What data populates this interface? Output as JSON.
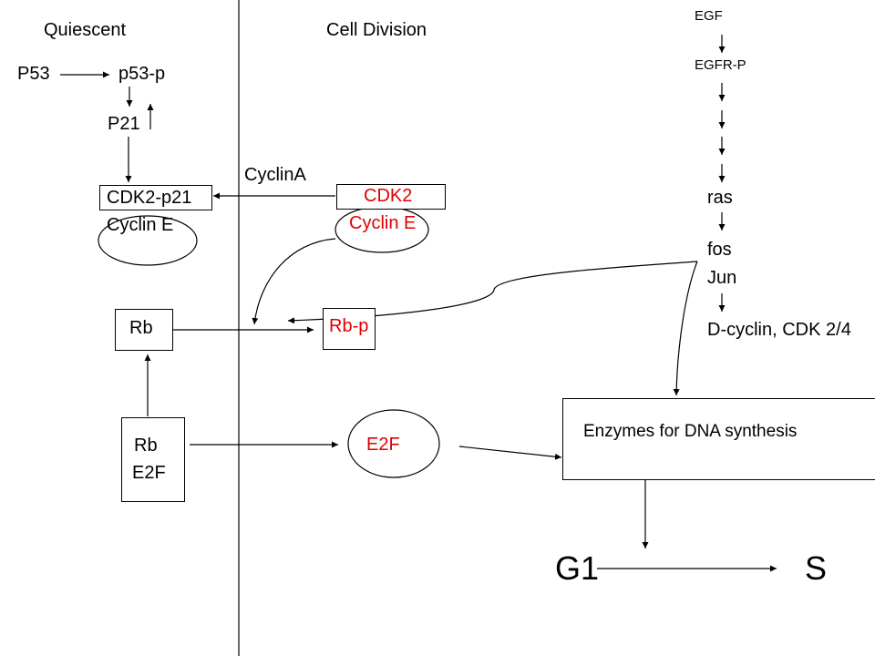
{
  "colors": {
    "ink": "#000000",
    "highlight": "#e00000",
    "background": "#ffffff"
  },
  "regions": {
    "left": "Quiescent",
    "right": "Cell Division"
  },
  "p53_pathway": {
    "p53": "P53",
    "p53_p": "p53-p",
    "p21": "P21"
  },
  "left_complex": {
    "line1": "CDK2-p21",
    "line2": "Cyclin E"
  },
  "cyclin_a": "CyclinA",
  "active_complex": {
    "line1": "CDK2",
    "line2": "Cyclin E"
  },
  "rb": {
    "rb": "Rb",
    "rb_p": "Rb-p",
    "rb_e2f_line1": "Rb",
    "rb_e2f_line2": "E2F",
    "e2f": "E2F"
  },
  "egf_pathway": {
    "egf": "EGF",
    "egfr_p": "EGFR-P",
    "ras": "ras",
    "fos": "fos",
    "jun": "Jun",
    "d_cyclin": "D-cyclin, CDK 2/4"
  },
  "enzymes": "Enzymes for DNA synthesis",
  "phases": {
    "g1": "G1",
    "s": "S"
  }
}
